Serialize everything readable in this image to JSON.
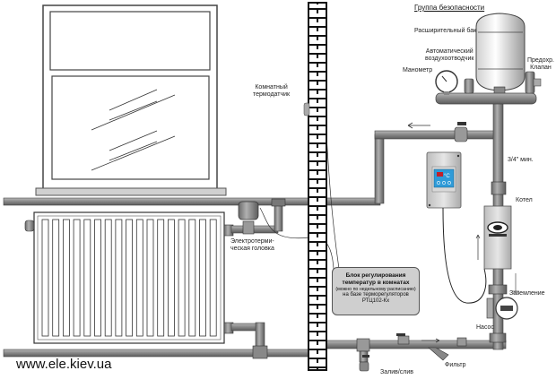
{
  "diagram": {
    "title": "Группа безопасности",
    "website": "www.ele.kiev.ua",
    "labels": {
      "expansion_tank": "Расширительный бак",
      "air_vent_line1": "Автоматический",
      "air_vent_line2": "воздухоотводчик",
      "pressure_gauge": "Манометр",
      "safety_valve_line1": "Предохр.",
      "safety_valve_line2": "Клапан",
      "room_sensor_line1": "Комнатный",
      "room_sensor_line2": "термодатчик",
      "pipe_size": "3/4\" мин.",
      "boiler": "Котел",
      "thermal_head_line1": "Электротерми-",
      "thermal_head_line2": "ческая головка",
      "grounding": "Заземление",
      "pump": "Насос",
      "filter": "Фильтр",
      "fill_drain": "Залив/слив"
    },
    "callout": {
      "line1": "Блок регулирования",
      "line2": "температур в комнатах",
      "line3": "(можно по недельному расписанию)",
      "line4": "на базе терморегуляторов",
      "line5": "РТЦ102-Кх"
    },
    "thermostat_display_unit": "°C",
    "colors": {
      "pipe": "#8a8a8a",
      "pipe_dark": "#5a5a5a",
      "brick": "#111111",
      "callout_bg": "#cfcfcf",
      "thermostat_screen": "#2f9bd8",
      "thermostat_display": "#c0202a"
    }
  }
}
